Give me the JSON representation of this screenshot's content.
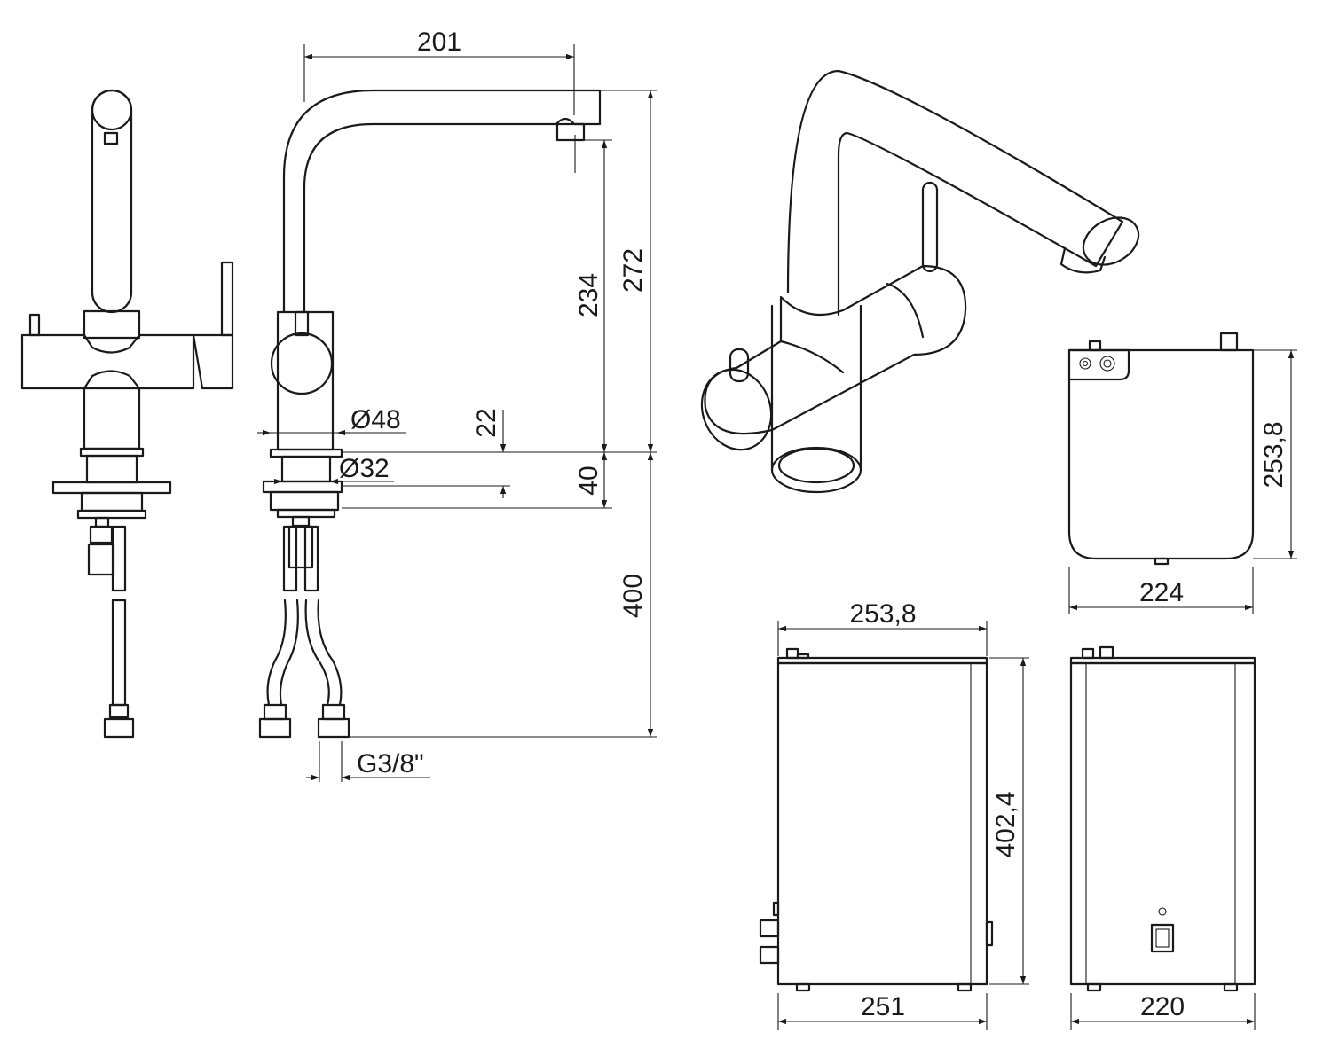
{
  "dimensions": {
    "spout_reach": "201",
    "total_height": "272",
    "spout_height": "234",
    "base_diameter": "Ø48",
    "body_diameter": "Ø32",
    "base_gap": "22",
    "base_height": "40",
    "hose_length": "400",
    "thread": "G3/8\"",
    "boiler_top_height": "253,8",
    "boiler_top_width": "224",
    "boiler_side_depth_top": "253,8",
    "boiler_side_height": "402,4",
    "boiler_side_depth_bottom": "251",
    "boiler_front_width": "220"
  }
}
